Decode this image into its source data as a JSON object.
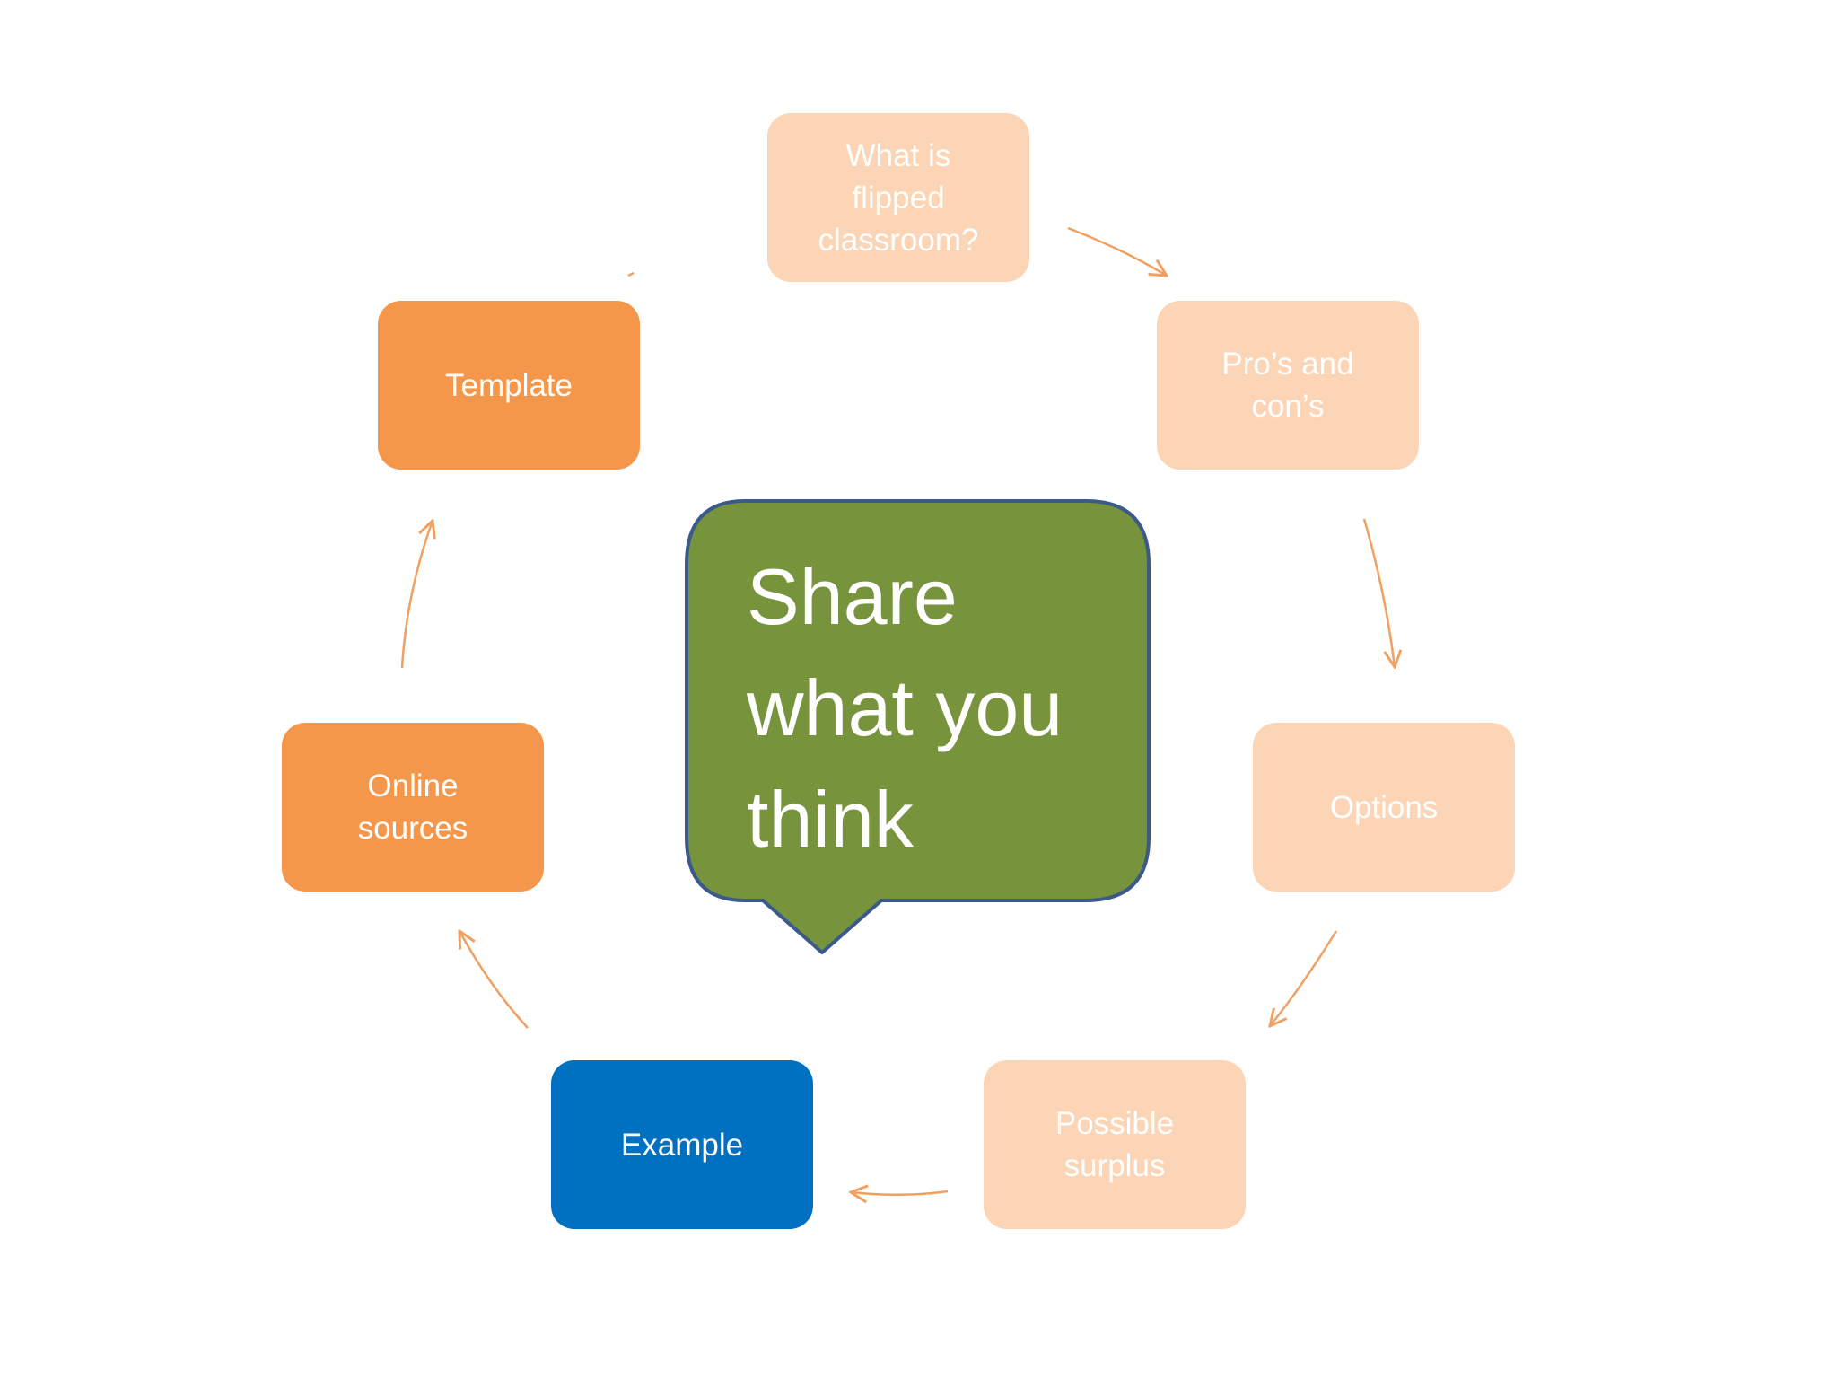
{
  "cycle": {
    "steps": [
      {
        "label": "What is\nflipped\nclassroom?"
      },
      {
        "label": "Pro’s and\ncon’s"
      },
      {
        "label": "Options"
      },
      {
        "label": "Possible\nsurplus"
      },
      {
        "label": "Example"
      },
      {
        "label": "Online\nsources"
      },
      {
        "label": "Template"
      }
    ]
  },
  "callout": {
    "text": "Share\nwhat you\nthink"
  },
  "colors": {
    "faded_step": "#fbd5b5",
    "active_step": "#f5974a",
    "current_step": "#0070c0",
    "arrow": "#f0a060",
    "callout_fill": "#77933c",
    "callout_border": "#3b5a8a"
  }
}
